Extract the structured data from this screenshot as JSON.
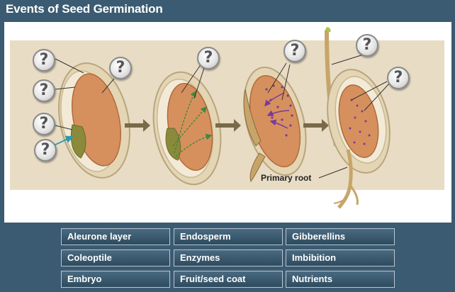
{
  "title": "Events of Seed Germination",
  "diagram": {
    "question_mark": "?",
    "primary_root_label": "Primary root"
  },
  "terms": [
    "Aleurone layer",
    "Endosperm",
    "Gibberellins",
    "Coleoptile",
    "Enzymes",
    "Imbibition",
    "Embryo",
    "Fruit/seed coat",
    "Nutrients"
  ],
  "colors": {
    "background": "#3b5b72",
    "panel": "#ffffff",
    "beige_band": "#e9dcc4",
    "seed_coat": "#e4d6b4",
    "endosperm": "#d6905e",
    "green_arrows": "#3f8a3f",
    "purple_dots": "#7a3a9a"
  }
}
